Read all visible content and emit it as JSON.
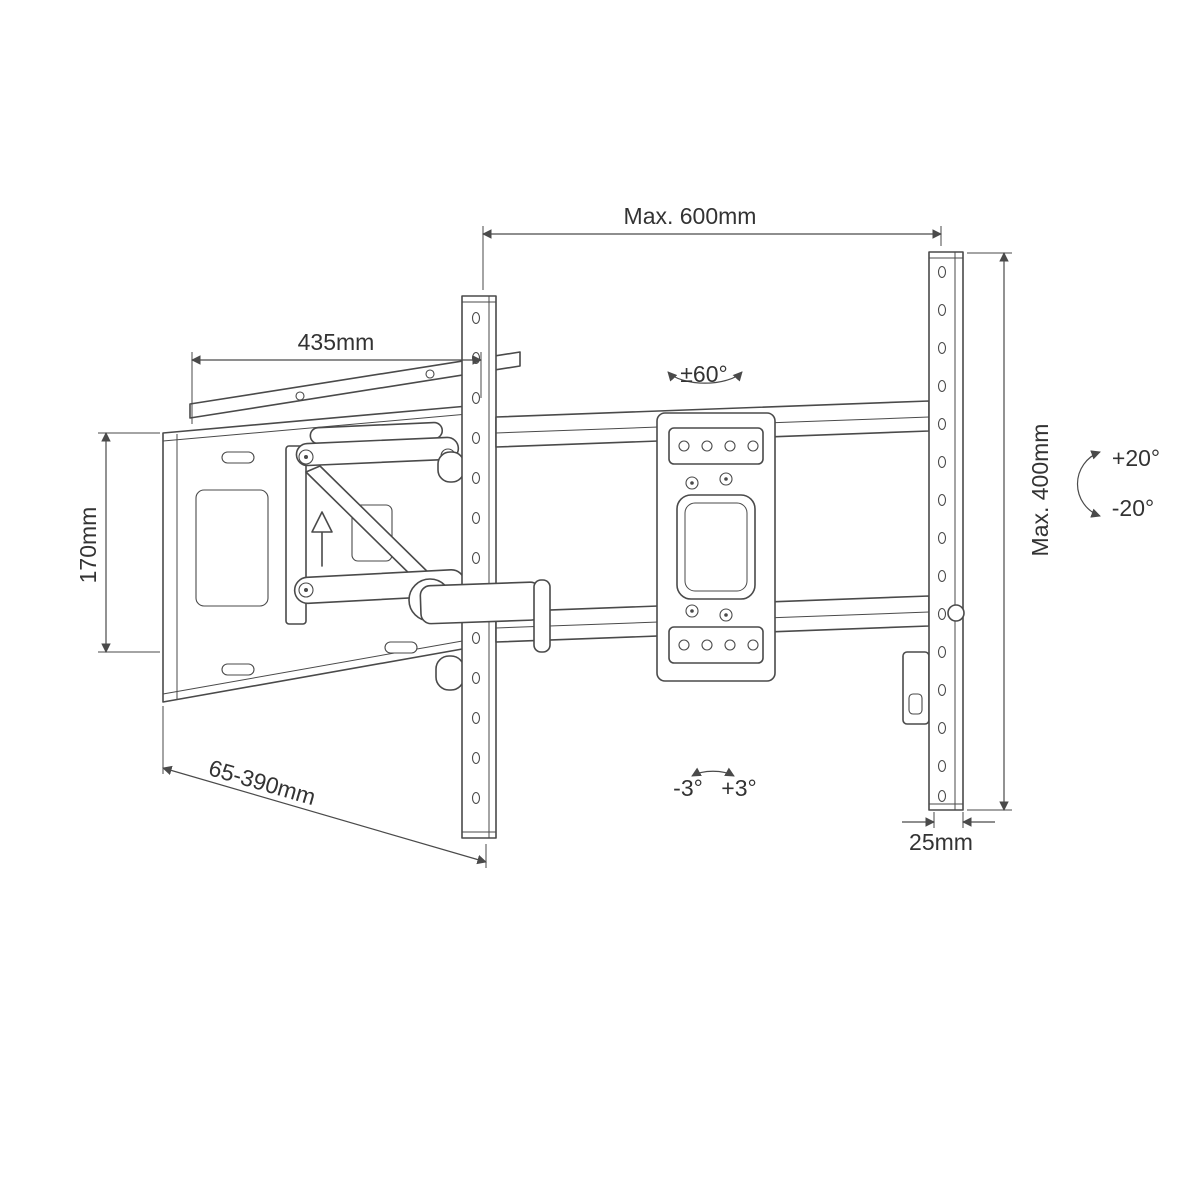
{
  "page": {
    "background": "#ffffff"
  },
  "labels": {
    "max_width": "Max. 600mm",
    "plate_width": "435mm",
    "plate_height": "170mm",
    "max_height": "Max. 400mm",
    "extension_range": "65-390mm",
    "rail_depth": "25mm",
    "swivel_angle": "±60°",
    "tilt_up": "+20°",
    "tilt_down": "-20°",
    "roll_left": "-3°",
    "roll_right": "+3°"
  },
  "style": {
    "line_color": "#4a4a4a",
    "text_color": "#333333"
  }
}
